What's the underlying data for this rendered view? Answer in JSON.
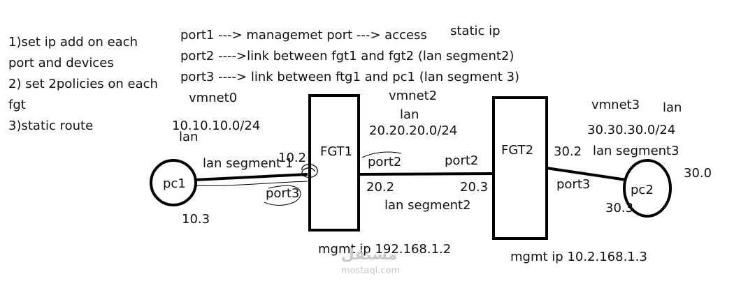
{
  "notes": {
    "tasks": [
      "1)set ip add on each",
      "port and devices",
      "2) set 2policies on each",
      "fgt",
      "3)static route"
    ],
    "port_legend": [
      "port1 ---> managemet port ---> access",
      "port2  ---->link between fgt1 and fgt2 (lan segment2)",
      "port3  ----> link between ftg1 and pc1 (lan segment 3)"
    ],
    "static_ip": "static ip"
  },
  "devices": {
    "pc1": "pc1",
    "pc2": "pc2",
    "fgt1": "FGT1",
    "fgt2": "FGT2"
  },
  "labels": {
    "vmnet0": "vmnet0",
    "net10": "10.10.10.0/24",
    "lan_left": "lan",
    "lan_segment1": "lan segment 1",
    "ip_10_2": "10.2",
    "port3_left": "port3",
    "ip_10_3": "10.3",
    "vmnet2": "vmnet2",
    "lan_mid": "lan",
    "net20": "20.20.20.0/24",
    "port2_left": "port2",
    "port2_right": "port2",
    "ip_20_2": "20.2",
    "ip_20_3": "20.3",
    "lan_segment2": "lan segment2",
    "mgmt1": "mgmt ip  192.168.1.2",
    "vmnet3": "vmnet3",
    "lan_right": "lan",
    "net30": "30.30.30.0/24",
    "lan_segment3": "lan segment3",
    "ip_30_2": "30.2",
    "port3_right": "port3",
    "ip_30_3": "30.3",
    "ip_30_0": "30.0",
    "mgmt2": "mgmt ip 10.2.168.1.3"
  },
  "watermark": {
    "arabic": "مستقل",
    "latin": "mostaql.com"
  }
}
